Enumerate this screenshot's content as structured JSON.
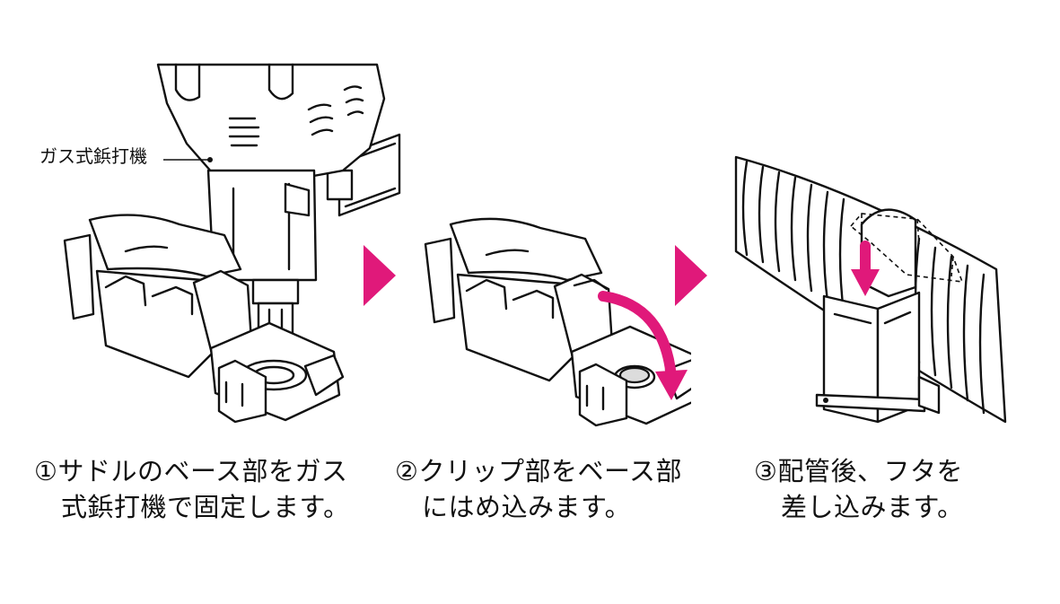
{
  "callout_label": "ガス式鋲打機",
  "steps": [
    {
      "caption_line1": "①サドルのベース部をガス",
      "caption_line2": "式鋲打機で固定します。"
    },
    {
      "caption_line1": "②クリップ部をベース部",
      "caption_line2": "にはめ込みます。"
    },
    {
      "caption_line1": "③配管後、フタを",
      "caption_line2": "差し込みます。"
    }
  ],
  "colors": {
    "accent": "#e0197a",
    "line": "#111111",
    "fill": "#ffffff"
  },
  "icons": [
    "play-arrow-icon",
    "curved-arrow-icon",
    "down-arrow-icon"
  ]
}
